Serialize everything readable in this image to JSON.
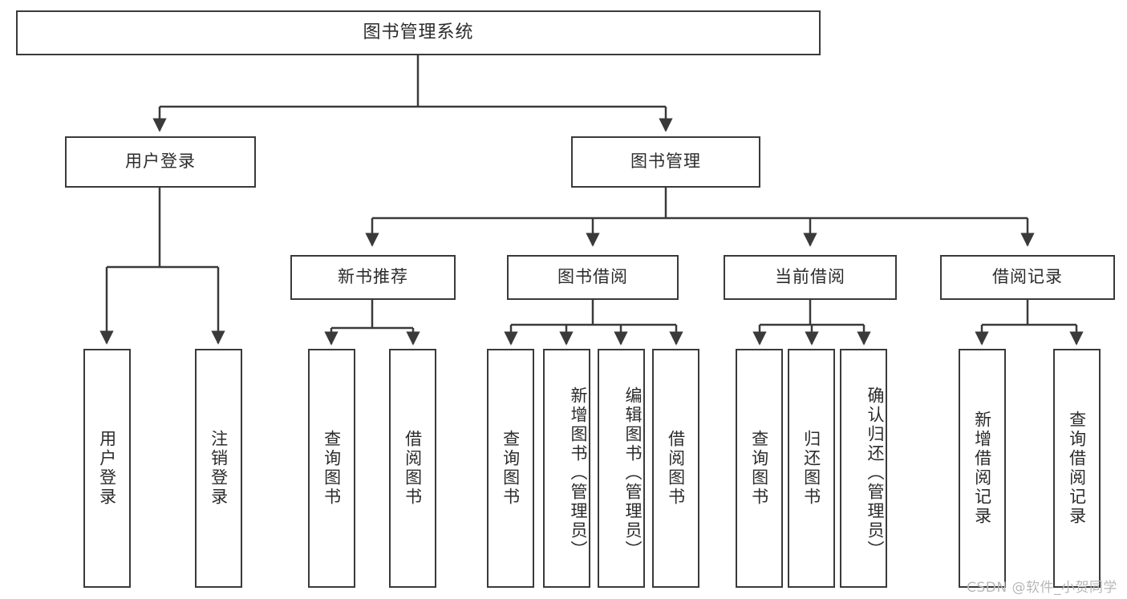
{
  "diagram": {
    "title": "图书管理系统",
    "type": "hierarchy-tree",
    "stroke_color": "#3a3a3a",
    "text_color": "#2b2b2b",
    "background": "#ffffff",
    "levels": {
      "root": {
        "label": "图书管理系统"
      },
      "level2": [
        {
          "label": "用户登录"
        },
        {
          "label": "图书管理"
        }
      ],
      "level3": [
        {
          "label": "新书推荐"
        },
        {
          "label": "图书借阅"
        },
        {
          "label": "当前借阅"
        },
        {
          "label": "借阅记录"
        }
      ],
      "leaves": {
        "user_login": [
          {
            "label": "用户登录"
          },
          {
            "label": "注销登录"
          }
        ],
        "new_book_recommend": [
          {
            "label": "查询图书"
          },
          {
            "label": "借阅图书"
          }
        ],
        "book_borrow": [
          {
            "label": "查询图书"
          },
          {
            "label": "新增图书（管理员）"
          },
          {
            "label": "编辑图书（管理员）"
          },
          {
            "label": "借阅图书"
          }
        ],
        "current_borrow": [
          {
            "label": "查询图书"
          },
          {
            "label": "归还图书"
          },
          {
            "label": "确认归还（管理员）"
          }
        ],
        "borrow_record": [
          {
            "label": "新增借阅记录"
          },
          {
            "label": "查询借阅记录"
          }
        ]
      }
    }
  },
  "watermark": {
    "text": "CSDN @软件_小贺同学"
  }
}
